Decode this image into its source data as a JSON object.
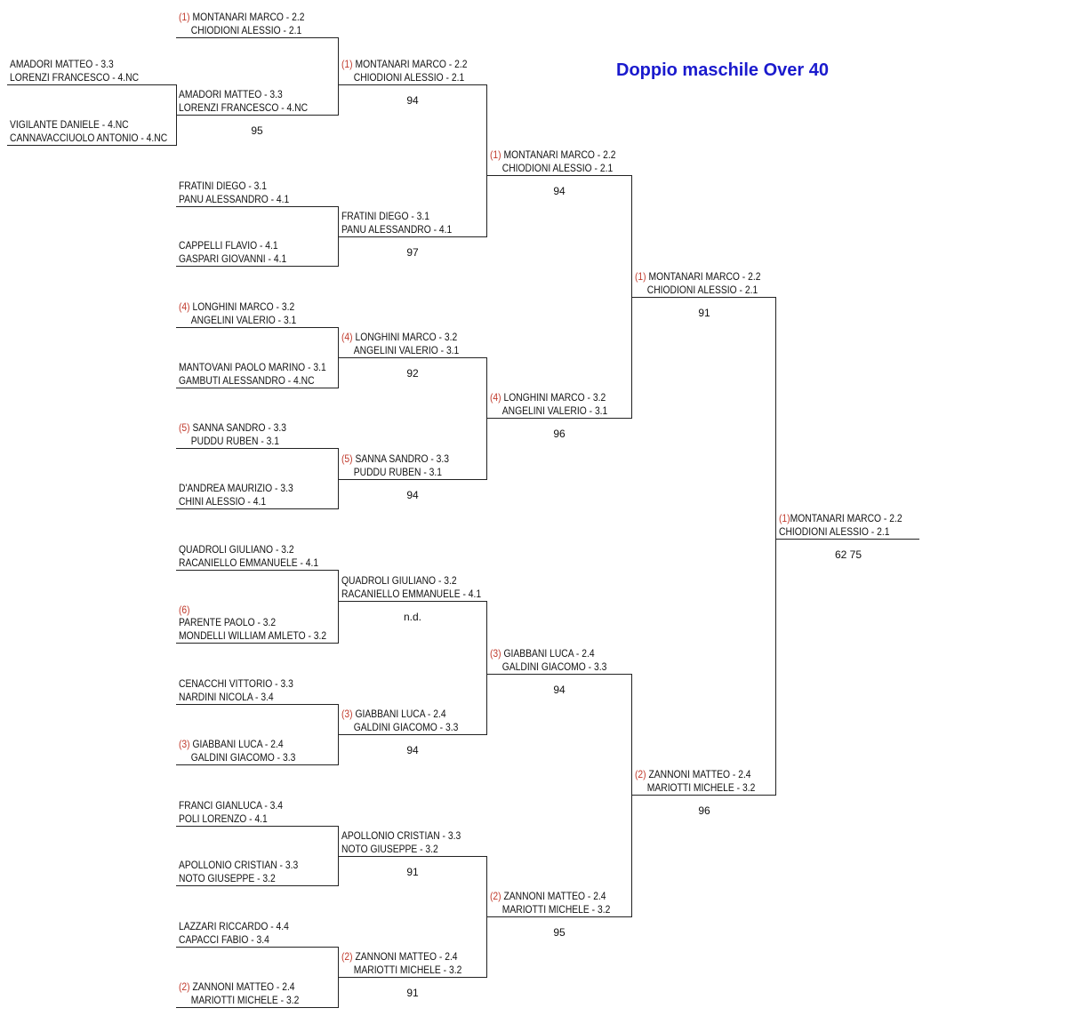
{
  "title": "Doppio maschile Over 40",
  "colors": {
    "seed": "#c0392b",
    "title": "#1a1acd",
    "line": "#222222"
  },
  "matches": [
    {
      "id": "pre1",
      "score": "95",
      "top": {
        "p1": "AMADORI MATTEO - 3.3",
        "p2": "LORENZI FRANCESCO - 4.NC"
      },
      "bottom": {
        "p1": "VIGILANTE DANIELE - 4.NC",
        "p2": "CANNAVACCIUOLO ANTONIO - 4.NC"
      },
      "winner": {
        "p1": "AMADORI MATTEO - 3.3",
        "p2": "LORENZI FRANCESCO - 4.NC"
      }
    },
    {
      "id": "r1m1",
      "score": "94",
      "top": {
        "seed": "(1)",
        "p1": "MONTANARI MARCO - 2.2",
        "p2": "CHIODIONI ALESSIO - 2.1"
      },
      "winner": {
        "seed": "(1)",
        "p1": "MONTANARI MARCO - 2.2",
        "p2": "CHIODIONI ALESSIO - 2.1"
      }
    },
    {
      "id": "r1m2",
      "score": "97",
      "top": {
        "p1": "FRATINI DIEGO - 3.1",
        "p2": "PANU ALESSANDRO - 4.1"
      },
      "bottom": {
        "p1": "CAPPELLI FLAVIO - 4.1",
        "p2": "GASPARI GIOVANNI - 4.1"
      },
      "winner": {
        "p1": "FRATINI DIEGO - 3.1",
        "p2": "PANU ALESSANDRO - 4.1"
      }
    },
    {
      "id": "r1m3",
      "score": "92",
      "top": {
        "seed": "(4)",
        "p1": "LONGHINI MARCO - 3.2",
        "p2": "ANGELINI VALERIO - 3.1"
      },
      "bottom": {
        "p1": "MANTOVANI PAOLO MARINO - 3.1",
        "p2": "GAMBUTI ALESSANDRO - 4.NC"
      },
      "winner": {
        "seed": "(4)",
        "p1": "LONGHINI MARCO - 3.2",
        "p2": "ANGELINI VALERIO - 3.1"
      }
    },
    {
      "id": "r1m4",
      "score": "94",
      "top": {
        "seed": "(5)",
        "p1": "SANNA SANDRO - 3.3",
        "p2": "PUDDU RUBEN - 3.1"
      },
      "bottom": {
        "p1": "D'ANDREA MAURIZIO - 3.3",
        "p2": "CHINI ALESSIO - 4.1"
      },
      "winner": {
        "seed": "(5)",
        "p1": "SANNA SANDRO - 3.3",
        "p2": "PUDDU RUBEN - 3.1"
      }
    },
    {
      "id": "r1m5",
      "score": "n.d.",
      "top": {
        "p1": "QUADROLI GIULIANO - 3.2",
        "p2": "RACANIELLO EMMANUELE - 4.1"
      },
      "bottom": {
        "seed": "(6)",
        "p1": "PARENTE PAOLO - 3.2",
        "p2": "MONDELLI WILLIAM AMLETO - 3.2"
      },
      "winner": {
        "p1": "QUADROLI GIULIANO - 3.2",
        "p2": "RACANIELLO EMMANUELE - 4.1"
      }
    },
    {
      "id": "r1m6",
      "score": "94",
      "top": {
        "p1": "CENACCHI VITTORIO - 3.3",
        "p2": "NARDINI NICOLA - 3.4"
      },
      "bottom": {
        "seed": "(3)",
        "p1": "GIABBANI LUCA - 2.4",
        "p2": "GALDINI GIACOMO - 3.3"
      },
      "winner": {
        "seed": "(3)",
        "p1": "GIABBANI LUCA - 2.4",
        "p2": "GALDINI GIACOMO - 3.3"
      }
    },
    {
      "id": "r1m7",
      "score": "91",
      "top": {
        "p1": "FRANCI GIANLUCA - 3.4",
        "p2": "POLI LORENZO - 4.1"
      },
      "bottom": {
        "p1": "APOLLONIO CRISTIAN - 3.3",
        "p2": "NOTO GIUSEPPE - 3.2"
      },
      "winner": {
        "p1": "APOLLONIO CRISTIAN - 3.3",
        "p2": "NOTO GIUSEPPE - 3.2"
      }
    },
    {
      "id": "r1m8",
      "score": "91",
      "top": {
        "p1": "LAZZARI RICCARDO - 4.4",
        "p2": "CAPACCI FABIO - 3.4"
      },
      "bottom": {
        "seed": "(2)",
        "p1": "ZANNONI MATTEO - 2.4",
        "p2": "MARIOTTI MICHELE - 3.2"
      },
      "winner": {
        "seed": "(2)",
        "p1": "ZANNONI MATTEO - 2.4",
        "p2": "MARIOTTI MICHELE - 3.2"
      }
    },
    {
      "id": "r2m1",
      "score": "94",
      "winner": {
        "seed": "(1)",
        "p1": "MONTANARI MARCO - 2.2",
        "p2": "CHIODIONI ALESSIO - 2.1"
      }
    },
    {
      "id": "r2m2",
      "score": "96",
      "winner": {
        "seed": "(4)",
        "p1": "LONGHINI MARCO - 3.2",
        "p2": "ANGELINI VALERIO - 3.1"
      }
    },
    {
      "id": "r2m3",
      "score": "94",
      "winner": {
        "seed": "(3)",
        "p1": "GIABBANI LUCA - 2.4",
        "p2": "GALDINI GIACOMO - 3.3"
      }
    },
    {
      "id": "r2m4",
      "score": "95",
      "winner": {
        "seed": "(2)",
        "p1": "ZANNONI MATTEO - 2.4",
        "p2": "MARIOTTI MICHELE - 3.2"
      }
    },
    {
      "id": "r3m1",
      "score": "91",
      "winner": {
        "seed": "(1)",
        "p1": "MONTANARI MARCO - 2.2",
        "p2": "CHIODIONI ALESSIO - 2.1"
      }
    },
    {
      "id": "r3m2",
      "score": "96",
      "winner": {
        "seed": "(2)",
        "p1": "ZANNONI MATTEO - 2.4",
        "p2": "MARIOTTI MICHELE - 3.2"
      }
    },
    {
      "id": "final",
      "score": "62 75",
      "winner": {
        "seed": "(1)",
        "p1": "MONTANARI MARCO - 2.2",
        "p2": "CHIODIONI ALESSIO - 2.1"
      }
    }
  ]
}
